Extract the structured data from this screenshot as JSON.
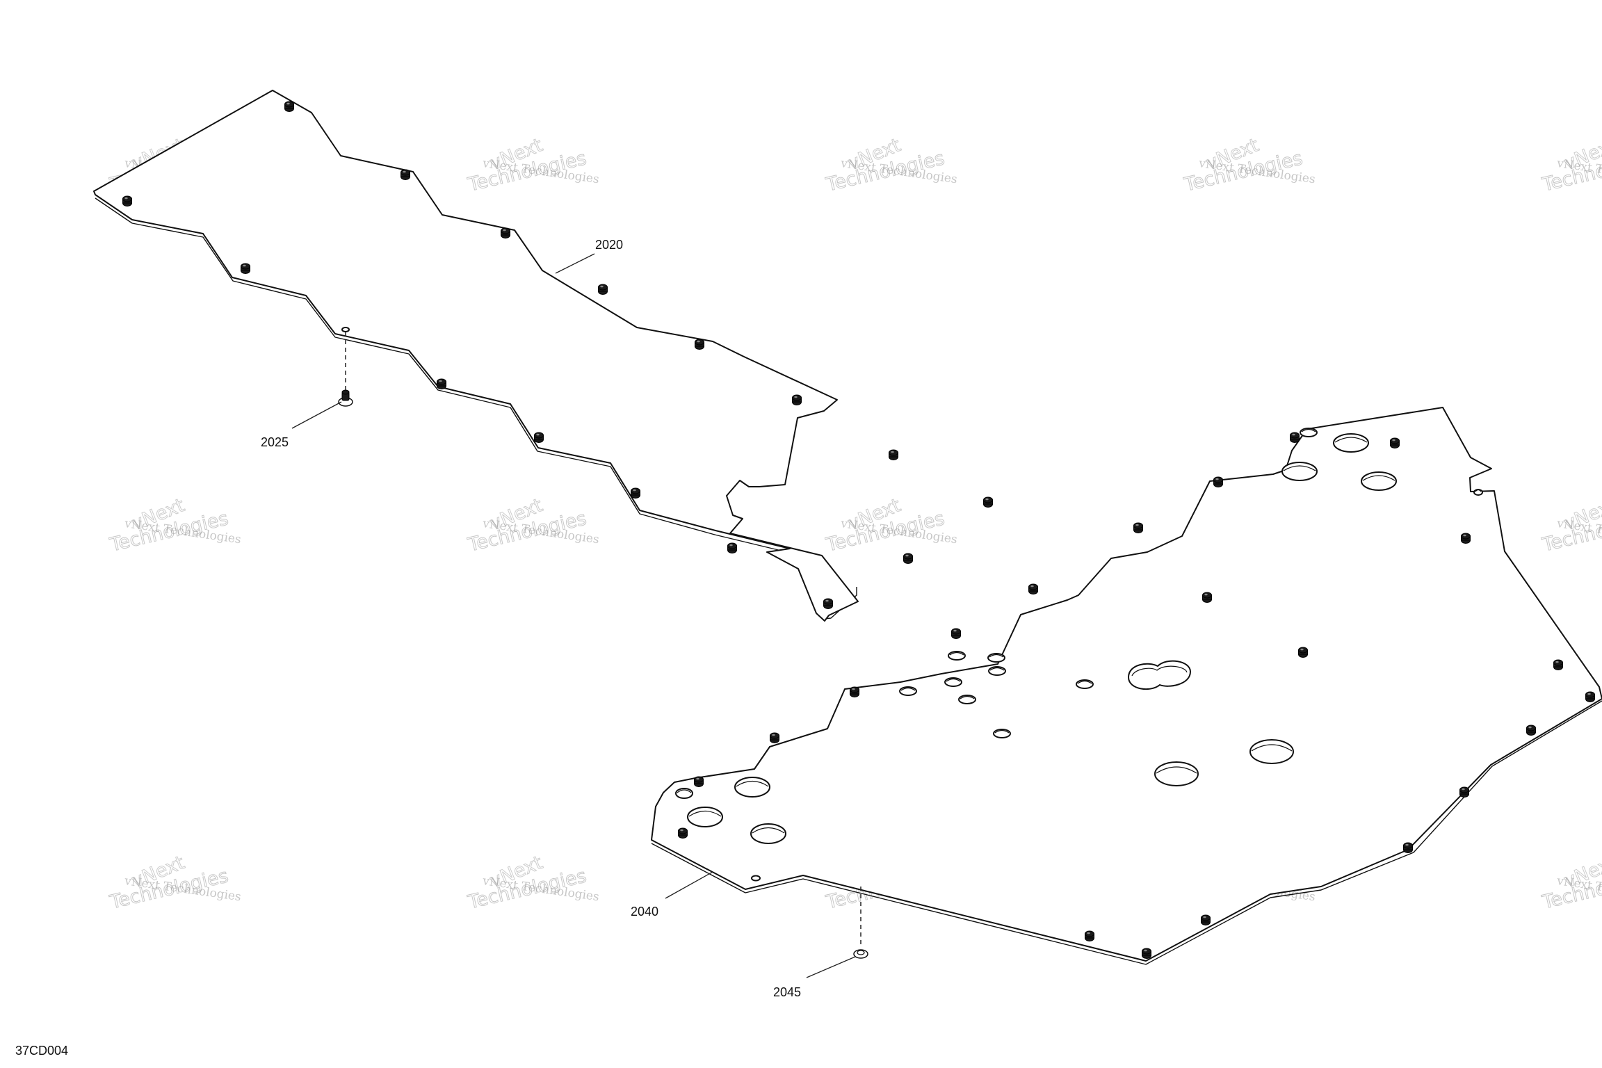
{
  "drawing_ref": "37CD004",
  "watermark": {
    "brand": "vNext",
    "line": "vNext Technologies",
    "company": "Technologies"
  },
  "callouts": [
    {
      "id": "2020",
      "label": "2020"
    },
    {
      "id": "2025",
      "label": "2025"
    },
    {
      "id": "2040",
      "label": "2040"
    },
    {
      "id": "2045",
      "label": "2045"
    }
  ]
}
